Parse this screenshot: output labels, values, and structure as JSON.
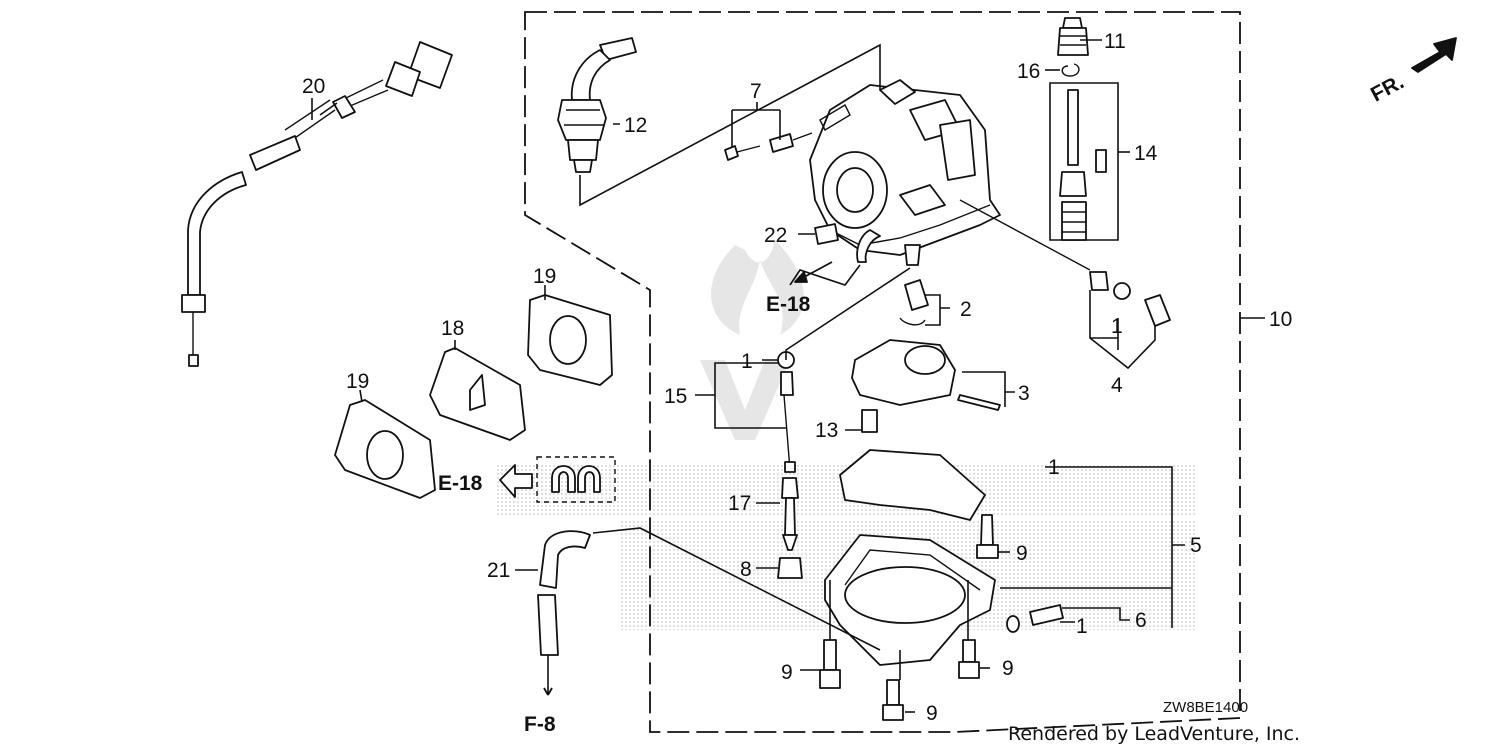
{
  "diagram": {
    "part_labels": {
      "p1a": "1",
      "p1b": "1",
      "p1c": "1",
      "p1d": "1",
      "p2": "2",
      "p3": "3",
      "p4": "4",
      "p5": "5",
      "p6": "6",
      "p7": "7",
      "p8": "8",
      "p9a": "9",
      "p9b": "9",
      "p9c": "9",
      "p9d": "9",
      "p10": "10",
      "p11": "11",
      "p12": "12",
      "p13": "13",
      "p14": "14",
      "p15": "15",
      "p16": "16",
      "p17": "17",
      "p18": "18",
      "p19a": "19",
      "p19b": "19",
      "p20": "20",
      "p21": "21",
      "p22": "22"
    },
    "refs": {
      "e18_top": "E-18",
      "e18_left": "E-18",
      "f8": "F-8",
      "fr": "FR."
    },
    "diagram_code": "ZW8BE1400",
    "credit": "Rendered by LeadVenture, Inc."
  }
}
